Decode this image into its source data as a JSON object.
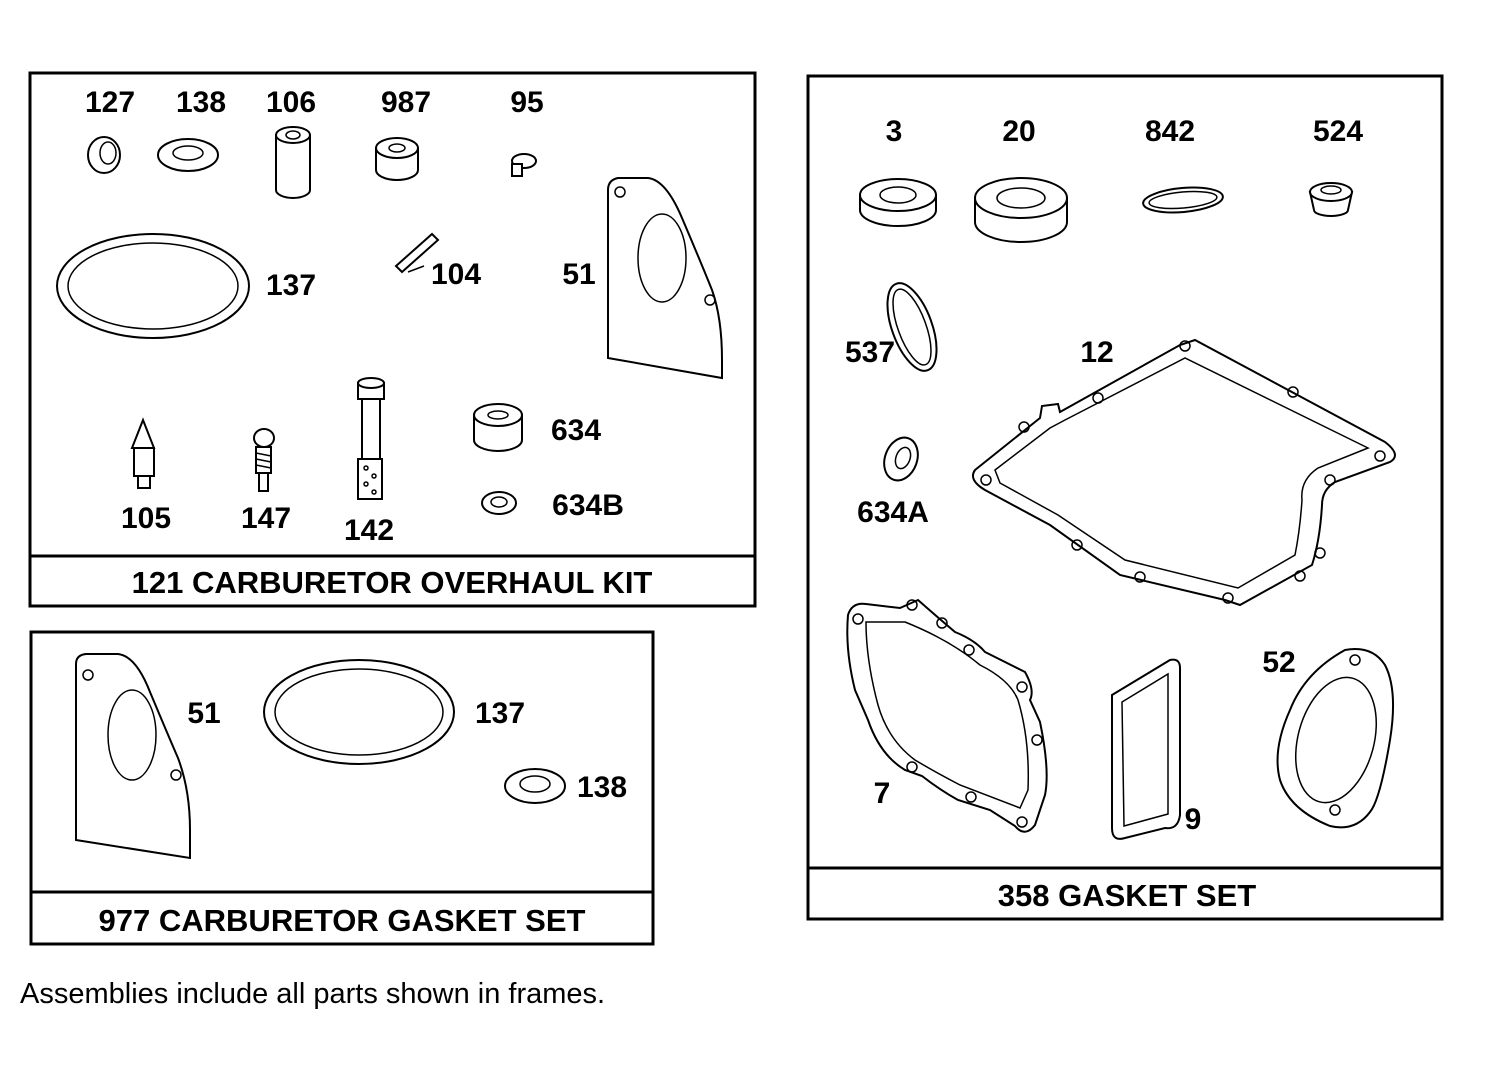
{
  "frames": {
    "overhaul": {
      "caption": "121 CARBURETOR OVERHAUL KIT",
      "labels": {
        "p127": "127",
        "p138": "138",
        "p106": "106",
        "p987": "987",
        "p95": "95",
        "p137": "137",
        "p104": "104",
        "p51": "51",
        "p105": "105",
        "p147": "147",
        "p142": "142",
        "p634": "634",
        "p634b": "634B"
      }
    },
    "carb_gasket": {
      "caption": "977 CARBURETOR GASKET SET",
      "labels": {
        "p51": "51",
        "p137": "137",
        "p138": "138"
      }
    },
    "gasket": {
      "caption": "358 GASKET SET",
      "labels": {
        "p3": "3",
        "p20": "20",
        "p842": "842",
        "p524": "524",
        "p537": "537",
        "p12": "12",
        "p634a": "634A",
        "p7": "7",
        "p9": "9",
        "p52": "52"
      }
    }
  },
  "footnote": "Assemblies include all parts shown in frames."
}
